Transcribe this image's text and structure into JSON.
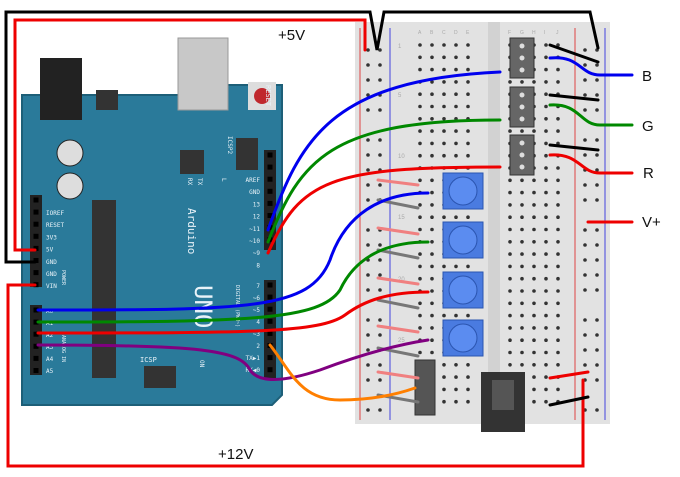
{
  "labels": {
    "v5": "+5V",
    "v12": "+12V",
    "b": "B",
    "g": "G",
    "r": "R",
    "vplus": "V+"
  },
  "arduino": {
    "brand": "Arduino",
    "model": "UNO",
    "reset": "RESET",
    "icsp": "ICSP",
    "icsp2": "ICSP2",
    "tx": "TX",
    "rx": "RX",
    "l": "L",
    "on": "ON",
    "power_header": "POWER",
    "analog_header": "ANALOG IN",
    "digital_header": "DIGITAL (PWM~)",
    "power_pins": [
      "IOREF",
      "RESET",
      "3V3",
      "5V",
      "GND",
      "GND",
      "VIN"
    ],
    "analog_pins": [
      "A0",
      "A1",
      "A2",
      "A3",
      "A4",
      "A5"
    ],
    "digital_top_pins": [
      "AREF",
      "GND",
      "13",
      "12",
      "~11",
      "~10",
      "~9",
      "8"
    ],
    "digital_bottom_pins": [
      "7",
      "~6",
      "~5",
      "4",
      "~3",
      "2",
      "TX▶1",
      "RX◀0"
    ]
  },
  "breadboard": {
    "row_labels": [
      "1",
      "5",
      "10",
      "15",
      "20",
      "25"
    ],
    "col_labels": [
      "A",
      "B",
      "C",
      "D",
      "E",
      "F",
      "G",
      "H",
      "I",
      "J"
    ]
  },
  "colors": {
    "board": "#2a7a9a",
    "breadboard": "#e2e2e2",
    "pot": "#4a7be0",
    "blue": "#0000ee",
    "green": "#008800",
    "red": "#ee0000",
    "black": "#000000",
    "purple": "#800080",
    "orange": "#ff7f00",
    "pink": "#f08080"
  }
}
